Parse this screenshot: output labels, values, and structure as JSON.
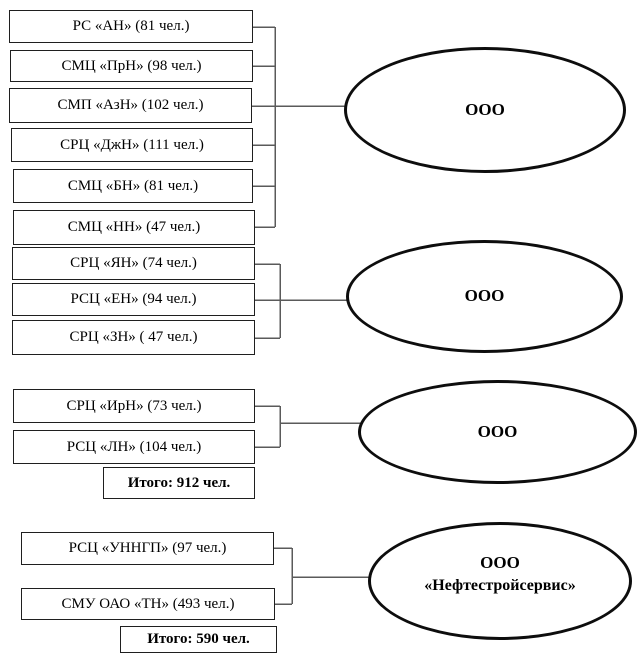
{
  "groups": [
    {
      "items": [
        {
          "label": "РС «АН» (81 чел.)"
        },
        {
          "label": "СМЦ «ПрН» (98 чел.)"
        },
        {
          "label": "СМП «АзН» (102 чел.)"
        },
        {
          "label": "СРЦ «ДжН» (111 чел.)"
        },
        {
          "label": "СМЦ «БН» (81 чел.)"
        },
        {
          "label": "СМЦ «НН» (47 чел.)"
        }
      ],
      "target": {
        "label": "ООО"
      }
    },
    {
      "items": [
        {
          "label": "СРЦ «ЯН» (74 чел.)"
        },
        {
          "label": "РСЦ «ЕН» (94 чел.)"
        },
        {
          "label": "СРЦ «ЗН» ( 47 чел.)"
        }
      ],
      "target": {
        "label": "ООО"
      }
    },
    {
      "items": [
        {
          "label": "СРЦ «ИрН» (73 чел.)"
        },
        {
          "label": "РСЦ «ЛН» (104 чел.)"
        }
      ],
      "target": {
        "label": "ООО"
      },
      "total": {
        "label": "Итого: 912 чел."
      }
    },
    {
      "items": [
        {
          "label": "РСЦ «УННГП» (97 чел.)"
        },
        {
          "label": "СМУ ОАО «ТН» (493 чел.)"
        }
      ],
      "target": {
        "line1": "ООО",
        "line2": "«Нефтестройсервис»"
      },
      "total": {
        "label": "Итого: 590 чел."
      }
    }
  ],
  "colors": {
    "box_border": "#1f1f1f",
    "ellipse_border": "#0d0d0d",
    "connector_line": "#5a5a5a",
    "text": "#000000",
    "background": "#ffffff"
  }
}
